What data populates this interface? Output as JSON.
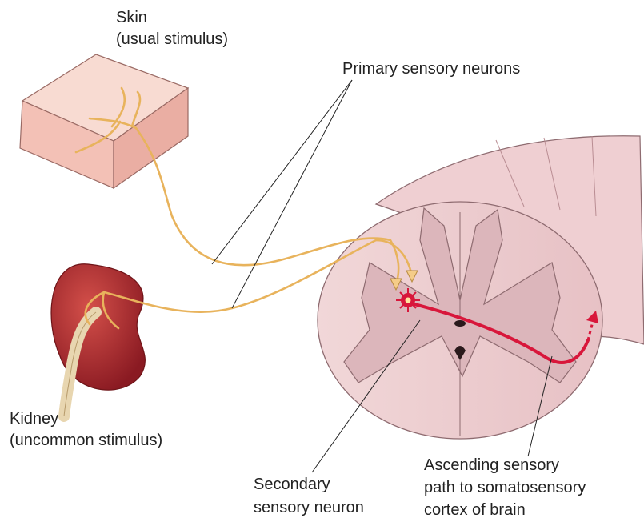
{
  "labels": {
    "skin": {
      "line1": "Skin",
      "line2": "(usual stimulus)"
    },
    "primary": "Primary sensory neurons",
    "kidney": {
      "line1": "Kidney",
      "line2": "(uncommon stimulus)"
    },
    "secondary": {
      "line1": "Secondary",
      "line2": "sensory neuron"
    },
    "ascending": {
      "line1": "Ascending sensory",
      "line2": "path to somatosensory",
      "line3": "cortex of brain"
    }
  },
  "colors": {
    "nerve": "#e8b35c",
    "pathway": "#d8173b",
    "skin": "#f7d3c8",
    "kidney": "#a8242a",
    "cord": "#f2dcdc",
    "gray_matter": "#dcb6bb"
  }
}
